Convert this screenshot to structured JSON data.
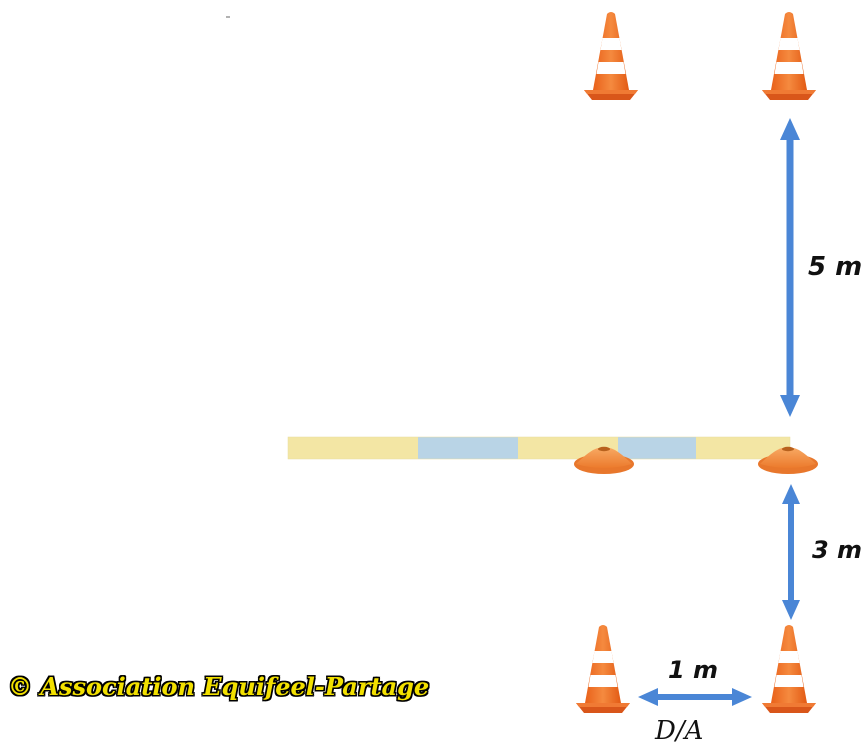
{
  "labels": {
    "distance_top": "5 m",
    "distance_bottom": "3 m",
    "distance_horizontal": "1 m",
    "start_finish": "D/A"
  },
  "copyright": "© Association Equifeel-Partage",
  "colors": {
    "arrow": "#4a86d6",
    "cone_orange": "#f0732a",
    "cone_stripe": "#ffffff",
    "pole_yellow": "#f3e6a4",
    "pole_blue": "#b9d4e6",
    "flat_cone": "#f39645",
    "copyright_text": "#f2e000"
  },
  "elements": {
    "tall_cones": 4,
    "flat_cones": 2,
    "ground_pole": 1
  }
}
